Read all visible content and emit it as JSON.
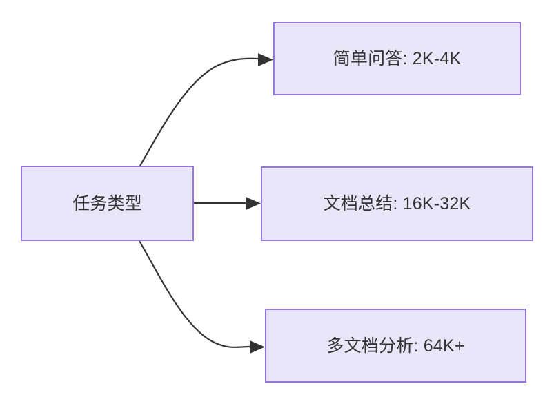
{
  "diagram": {
    "type": "flowchart",
    "direction": "left-to-right",
    "background_color": "#ffffff",
    "node_fill_color": "#e9e6f9",
    "node_border_color": "#9575e0",
    "text_color": "#333333",
    "edge_color": "#333333",
    "nodes": [
      {
        "id": "root",
        "label": "任务类型",
        "role": "source"
      },
      {
        "id": "simple-qa",
        "label": "简单问答: 2K-4K",
        "role": "target"
      },
      {
        "id": "doc-summary",
        "label": "文档总结: 16K-32K",
        "role": "target"
      },
      {
        "id": "multi-doc",
        "label": "多文档分析: 64K+",
        "role": "target"
      }
    ],
    "edges": [
      {
        "from": "root",
        "to": "simple-qa",
        "style": "curved",
        "arrow": "single"
      },
      {
        "from": "root",
        "to": "doc-summary",
        "style": "straight",
        "arrow": "single"
      },
      {
        "from": "root",
        "to": "multi-doc",
        "style": "curved",
        "arrow": "single"
      }
    ]
  }
}
